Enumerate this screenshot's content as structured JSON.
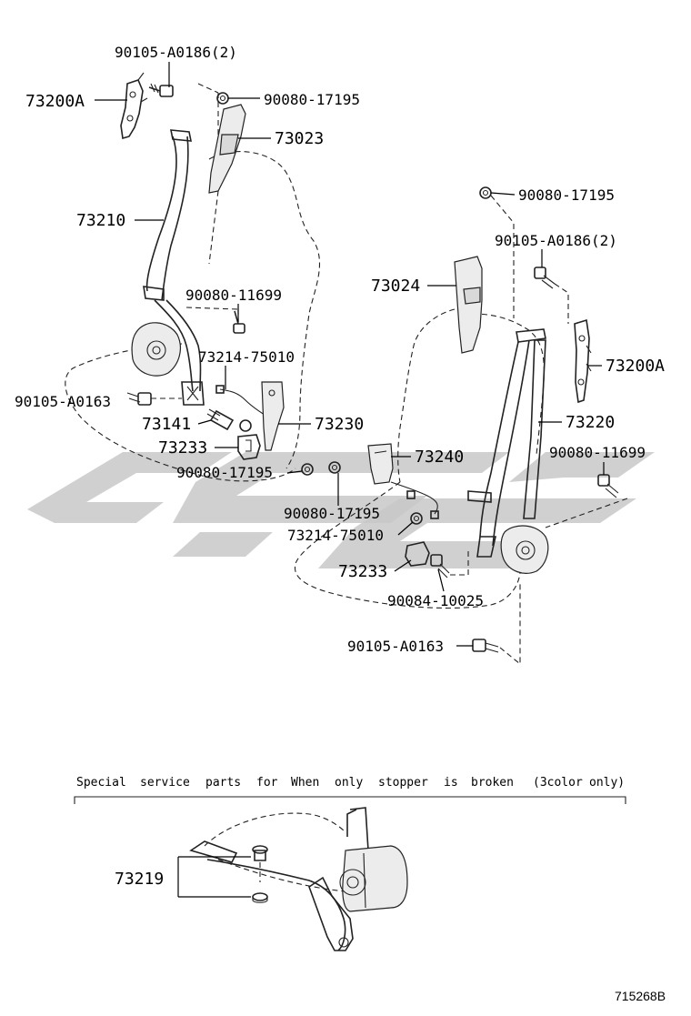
{
  "labels": {
    "top_left_bolt": "90105-A0186(2)",
    "left_anchor": "73200A",
    "left_nut_top": "90080-17195",
    "left_trim": "73023",
    "left_belt": "73210",
    "left_bolt_mid": "90080-11699",
    "left_harness": "73214-75010",
    "left_floor_bolt": "90105-A0163",
    "left_buckle_bolt": "73141",
    "left_cover": "73233",
    "left_buckle": "73230",
    "center_nut": "90080-17195",
    "right_nut_top": "90080-17195",
    "right_bolt_top": "90105-A0186(2)",
    "right_trim": "73024",
    "right_anchor": "73200A",
    "right_belt": "73220",
    "right_buckle": "73240",
    "right_bolt_mid": "90080-11699",
    "right_nut_low": "90080-17195",
    "right_harness": "73214-75010",
    "right_cover": "73233",
    "right_bolt_low": "90084-10025",
    "right_floor_bolt": "90105-A0163",
    "stopper_part": "73219"
  },
  "note": {
    "words": [
      "Special",
      "service",
      "parts",
      "for",
      "When",
      "only",
      "stopper",
      "is",
      "broken",
      "(3color",
      "only)"
    ]
  },
  "diagram_ref": "715268B",
  "colors": {
    "line": "#222222",
    "watermark": "#c8c8c8"
  }
}
